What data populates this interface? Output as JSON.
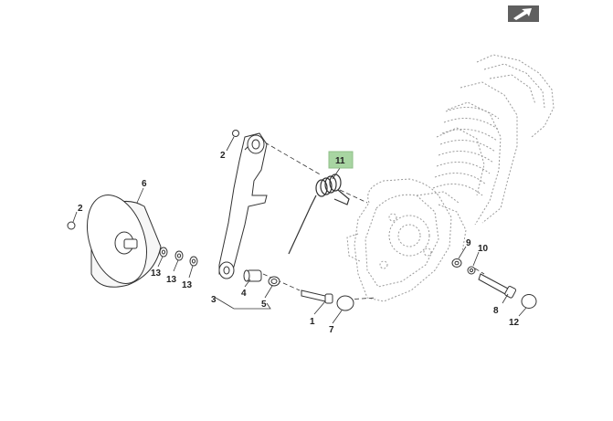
{
  "nav": {
    "icon": "next-arrow-icon"
  },
  "callouts": {
    "c1": "1",
    "c2a": "2",
    "c2b": "2",
    "c3": "3",
    "c4": "4",
    "c5": "5",
    "c6": "6",
    "c7": "7",
    "c8": "8",
    "c9": "9",
    "c10": "10",
    "c11": "11",
    "c12": "12",
    "c13a": "13",
    "c13b": "13",
    "c13c": "13"
  },
  "colors": {
    "highlight": "#a8d5a2",
    "line": "#333333",
    "ghost": "#9a9a9a"
  }
}
